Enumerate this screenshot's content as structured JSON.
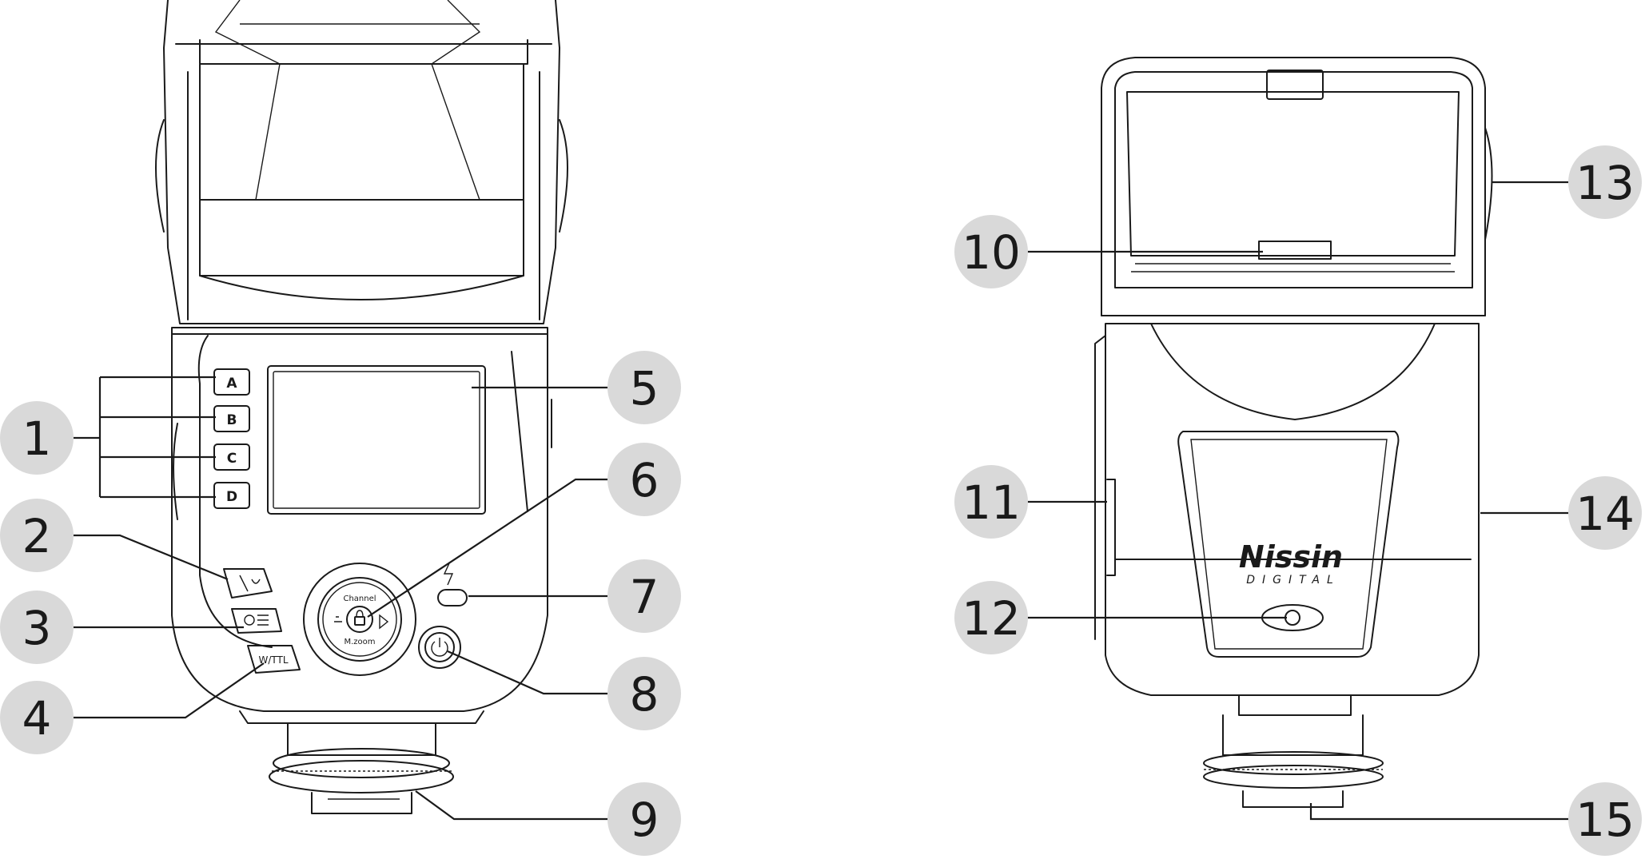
{
  "callouts": [
    "1",
    "2",
    "3",
    "4",
    "5",
    "6",
    "7",
    "8",
    "9",
    "10",
    "11",
    "12",
    "13",
    "14",
    "15"
  ],
  "buttons": {
    "a": "A",
    "b": "B",
    "c": "C",
    "d": "D",
    "wireless": "W/TTL"
  },
  "dial": {
    "top": "Channel",
    "bottom": "M.zoom"
  },
  "brand": {
    "name": "Nissin",
    "sub": "DIGITAL"
  }
}
